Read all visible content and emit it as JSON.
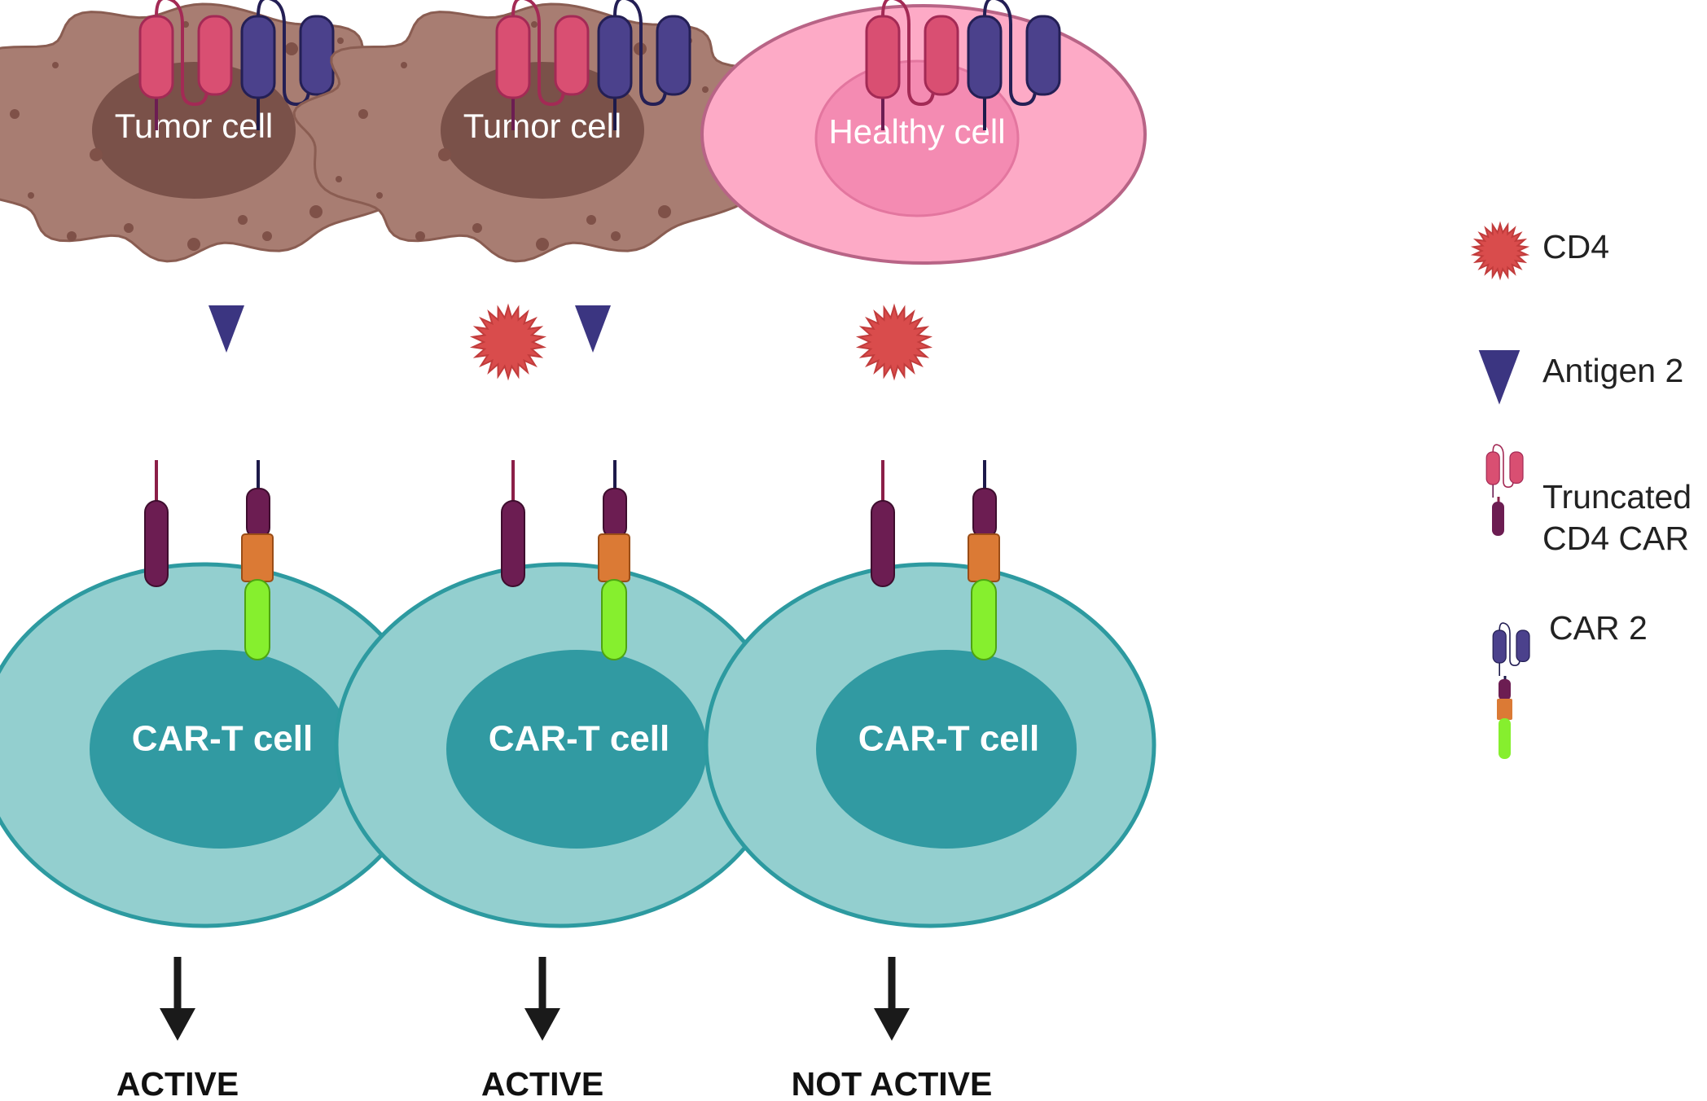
{
  "panels": [
    {
      "target_label": "Tumor cell",
      "target_type": "tumor",
      "shows_cd4": false,
      "shows_antigen2": true,
      "tcell_label": "CAR-T cell",
      "status": "ACTIVE"
    },
    {
      "target_label": "Tumor cell",
      "target_type": "tumor",
      "shows_cd4": true,
      "shows_antigen2": true,
      "tcell_label": "CAR-T cell",
      "status": "ACTIVE"
    },
    {
      "target_label": "Healthy cell",
      "target_type": "healthy",
      "shows_cd4": true,
      "shows_antigen2": false,
      "tcell_label": "CAR-T cell",
      "status": "NOT ACTIVE"
    }
  ],
  "legend": {
    "cd4": "CD4",
    "antigen2": "Antigen 2",
    "truncated_line1": "Truncated",
    "truncated_line2": "CD4 CAR",
    "car2": "CAR 2"
  },
  "icons": {
    "cd4": "red-starburst-icon",
    "antigen2": "navy-triangle-icon",
    "truncated_cd4_car": "pink-receptor-icon",
    "car2": "purple-receptor-icon"
  },
  "colors": {
    "tumor_body": "#a87d72",
    "tumor_nucleus": "#7a5149",
    "healthy_body": "#fdaac6",
    "healthy_nucleus": "#f48bb2",
    "tcell_body": "#93cfcf",
    "tcell_nucleus": "#319aa2",
    "cd4": "#d94c4c",
    "antigen2": "#3b3581",
    "truncated_car": "#d94f72",
    "car2": "#4b418c",
    "transmembrane": "#6c1d52",
    "costim_domain": "#db7a35",
    "signal_domain": "#86ef2e"
  }
}
